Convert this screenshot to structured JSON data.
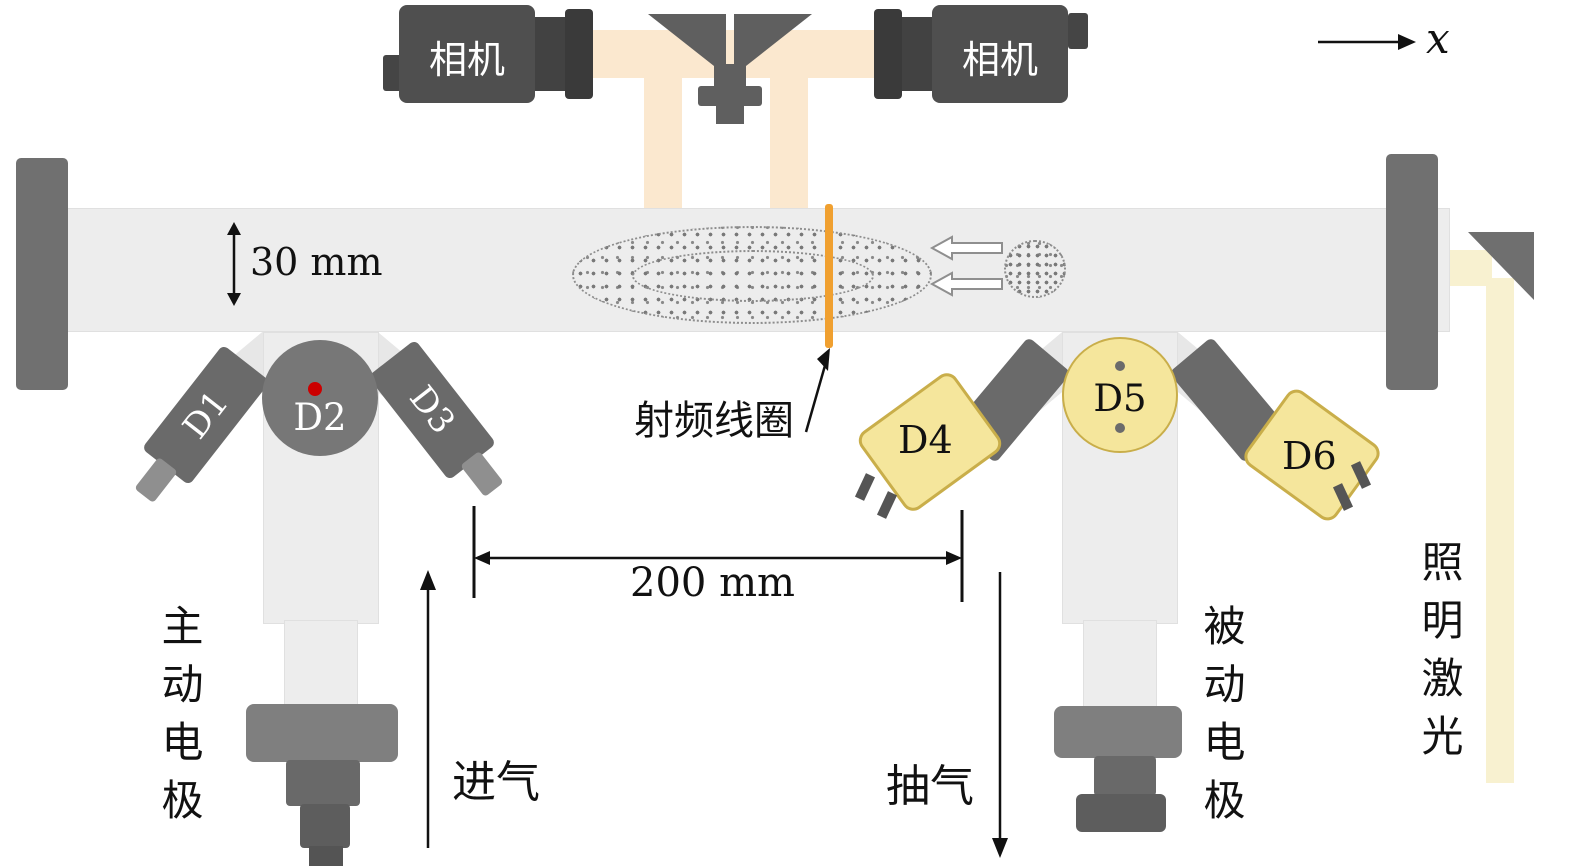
{
  "figure": {
    "type": "experimental-setup-schematic",
    "labels": {
      "camera_left": "相机",
      "camera_right": "相机",
      "axis_x": "x",
      "tube_height": "30 mm",
      "electrode_spacing": "200 mm",
      "rf_coil": "射频线圈",
      "gas_inlet": "进气",
      "gas_outlet": "抽气",
      "active_electrode": "主动电极",
      "passive_electrode": "被动电极",
      "illumination_laser": "照明激光"
    },
    "detectors": {
      "d1": "D1",
      "d2": "D2",
      "d3": "D3",
      "d4": "D4",
      "d5": "D5",
      "d6": "D6"
    },
    "colors": {
      "tube_gray": "#ededed",
      "dark_gray": "#6a6a6a",
      "camera_gray": "#4f4f4f",
      "detector_yellow": "#f5e69c",
      "detector_yellow_border": "#c9ae4a",
      "rf_coil_orange": "#f0a030",
      "laser_beam_yellow": "#f8f1d0",
      "camera_conduit": "#fbe8cf",
      "marker_red": "#cc0000"
    }
  }
}
